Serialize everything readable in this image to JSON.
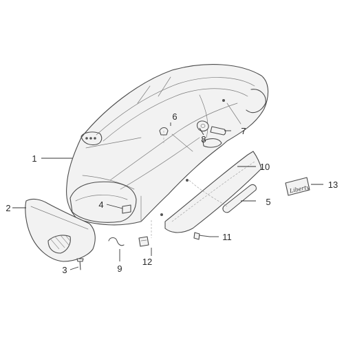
{
  "diagram": {
    "callouts": [
      {
        "id": "1",
        "label": "1"
      },
      {
        "id": "2",
        "label": "2"
      },
      {
        "id": "3",
        "label": "3"
      },
      {
        "id": "4",
        "label": "4"
      },
      {
        "id": "5",
        "label": "5"
      },
      {
        "id": "6",
        "label": "6"
      },
      {
        "id": "7",
        "label": "7"
      },
      {
        "id": "8",
        "label": "8"
      },
      {
        "id": "9",
        "label": "9"
      },
      {
        "id": "10",
        "label": "10"
      },
      {
        "id": "11",
        "label": "11"
      },
      {
        "id": "12",
        "label": "12"
      },
      {
        "id": "13",
        "label": "13"
      }
    ],
    "logo_badge": {
      "text": "Liberty"
    }
  }
}
